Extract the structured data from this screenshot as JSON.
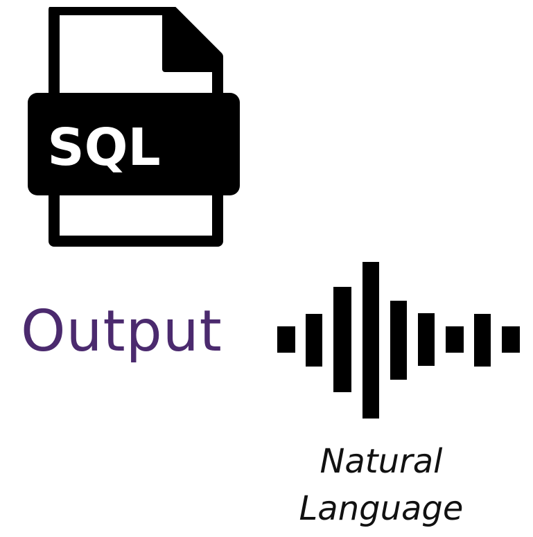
{
  "sql_icon": {
    "icon": "sql-file-icon",
    "label": "SQL"
  },
  "output": {
    "label": "Output",
    "color": "#4b2a6e"
  },
  "waveform": {
    "icon": "audio-waveform-icon"
  },
  "natural_language": {
    "line1": "Natural",
    "line2": "Language"
  }
}
